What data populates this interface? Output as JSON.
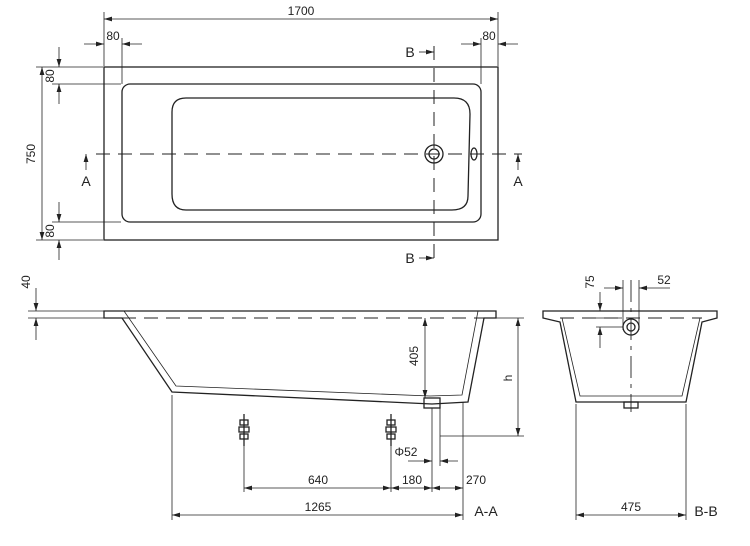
{
  "dimensions": {
    "top_length": "1700",
    "top_rim_left": "80",
    "top_rim_right": "80",
    "width": "750",
    "rim_top": "80",
    "rim_bottom": "80",
    "rim_height": "40",
    "depth": "405",
    "height_h": "h",
    "waste_depth": "75",
    "waste_offset": "52",
    "drain_diameter": "Φ52",
    "dist_640": "640",
    "dist_180": "180",
    "dist_270": "270",
    "dist_1265": "1265",
    "width_section": "475"
  },
  "labels": {
    "section_a_left": "A",
    "section_a_right": "A",
    "section_b_top": "B",
    "section_b_bottom": "B",
    "view_aa": "A-A",
    "view_bb": "B-B"
  }
}
